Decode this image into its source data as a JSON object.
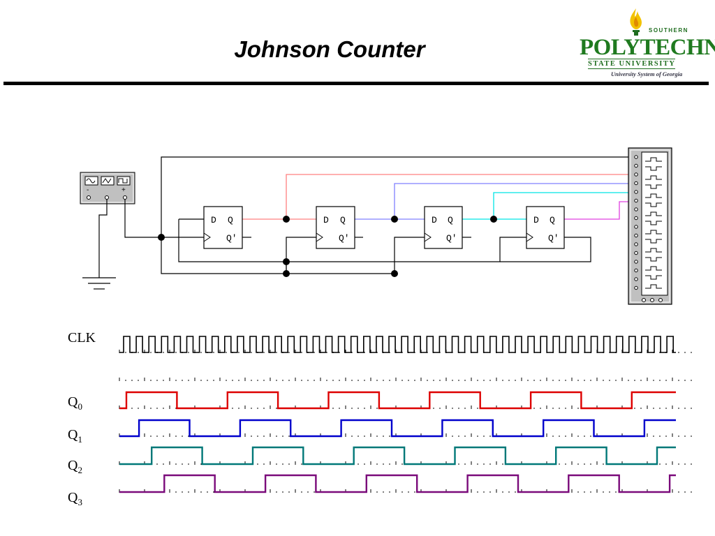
{
  "slide": {
    "title": "Johnson Counter"
  },
  "logo": {
    "southern": "SOUTHERN",
    "polytechnic": "POLYTECHNIC",
    "state_university": "STATE UNIVERSITY",
    "system": "University System of Georgia",
    "color": "#1f7a1f"
  },
  "circuit": {
    "flip_flops": [
      {
        "d_label": "D",
        "q_label": "Q",
        "qn_label": "Q'"
      },
      {
        "d_label": "D",
        "q_label": "Q",
        "qn_label": "Q'"
      },
      {
        "d_label": "D",
        "q_label": "Q",
        "qn_label": "Q'"
      },
      {
        "d_label": "D",
        "q_label": "Q",
        "qn_label": "Q'"
      }
    ],
    "generator_terminals": {
      "minus": "-",
      "plus": "+"
    },
    "wire_colors": {
      "q0": "#ff8080",
      "q1": "#8080ff",
      "q2": "#00e5e5",
      "q3": "#e040e0"
    }
  },
  "timing": {
    "labels": {
      "clk": "CLK",
      "q0": {
        "base": "Q",
        "sub": "0"
      },
      "q1": {
        "base": "Q",
        "sub": "1"
      },
      "q2": {
        "base": "Q",
        "sub": "2"
      },
      "q3": {
        "base": "Q",
        "sub": "3"
      }
    },
    "clock_cycles": 44,
    "traces": [
      {
        "name": "CLK",
        "color": "#000000",
        "period_cycles": 1
      },
      {
        "name": "Q0",
        "color": "#dd0000",
        "period_cycles": 8,
        "delay_cycles": 0
      },
      {
        "name": "Q1",
        "color": "#0000cc",
        "period_cycles": 8,
        "delay_cycles": 1
      },
      {
        "name": "Q2",
        "color": "#007878",
        "period_cycles": 8,
        "delay_cycles": 2
      },
      {
        "name": "Q3",
        "color": "#7a0a7a",
        "period_cycles": 8,
        "delay_cycles": 3
      }
    ]
  }
}
